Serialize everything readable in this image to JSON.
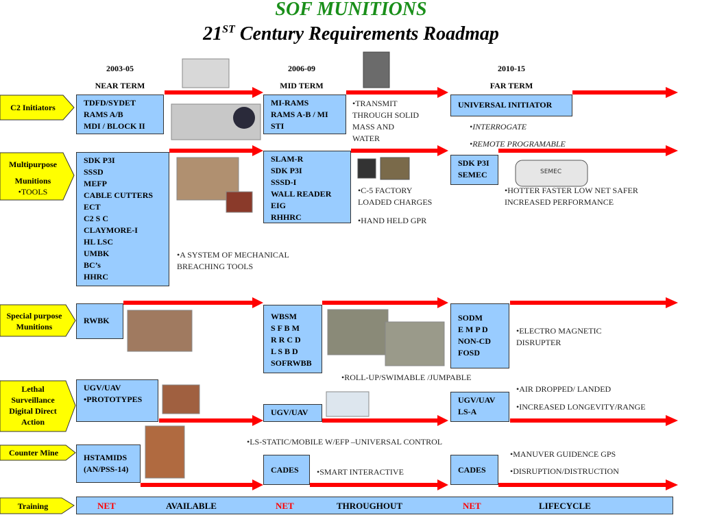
{
  "title": {
    "line1": "SOF MUNITIONS",
    "line2_main": "21",
    "line2_sup": "ST",
    "line2_rest": " Century Requirements Roadmap"
  },
  "periods": [
    "2003-05",
    "2006-09",
    "2010-15"
  ],
  "terms": [
    "NEAR TERM",
    "MID TERM",
    "FAR TERM"
  ],
  "categories": {
    "c2": "C2 Initiators",
    "multi1": "Multipurpose",
    "multi2": "Munitions",
    "multi3": "•TOOLS",
    "special1": "Special purpose",
    "special2": "Munitions",
    "lethal1": "Lethal",
    "lethal2": "Surveillance",
    "lethal3": "Digital Direct",
    "lethal4": "Action",
    "mine": "Counter Mine",
    "training": "Training"
  },
  "c2": {
    "near": [
      "TDFD/SYDET",
      "RAMS A/B",
      "MDI / BLOCK II"
    ],
    "mid": [
      "MI-RAMS",
      "RAMS A-B / MI",
      "STI"
    ],
    "far": "UNIVERSAL INITIATOR",
    "note_mid": [
      "•TRANSMIT",
      "THROUGH SOLID",
      "MASS AND",
      "WATER"
    ],
    "note_far1": "•INTERROGATE",
    "note_far2": "•REMOTE PROGRAMABLE"
  },
  "multi": {
    "near": [
      "SDK P3I",
      "SSSD",
      "MEFP",
      "CABLE CUTTERS",
      "ECT",
      "C2 S C",
      "CLAYMORE-I",
      "HL LSC",
      "UMBK",
      "BC’s",
      "HHRC"
    ],
    "mid": [
      "SLAM-R",
      "SDK P3I",
      "SSSD-I",
      "WALL READER",
      "EIG",
      "RHHRC"
    ],
    "far": [
      "SDK P3I",
      "SEMEC"
    ],
    "note_near": [
      "•A SYSTEM OF MECHANICAL",
      "BREACHING TOOLS"
    ],
    "note_mid1": [
      "•C-5 FACTORY",
      "LOADED CHARGES"
    ],
    "note_mid2": "•HAND HELD GPR",
    "note_far": [
      "•HOTTER FASTER LOW NET SAFER",
      "INCREASED PERFORMANCE"
    ],
    "semec_label": "SEMEC"
  },
  "special": {
    "near": "RWBK",
    "mid": [
      "WBSM",
      "S F B M",
      "R R C D",
      "L S B D",
      "SOFRWBB"
    ],
    "far": [
      "SODM",
      "E M P D",
      "NON-CD",
      "FOSD"
    ],
    "note_far": [
      "•ELECTRO MAGNETIC",
      "DISRUPTER"
    ],
    "note_mid": "•ROLL-UP/SWIMABLE /JUMPABLE"
  },
  "lethal": {
    "near": [
      "UGV/UAV",
      "•PROTOTYPES"
    ],
    "mid": "UGV/UAV",
    "far": [
      "UGV/UAV",
      "LS-A"
    ],
    "note_far1": "•AIR DROPPED/ LANDED",
    "note_far2": "•INCREASED LONGEVITY/RANGE",
    "note_mid": "•LS-STATIC/MOBILE W/EFP –UNIVERSAL CONTROL"
  },
  "mine": {
    "near": [
      "HSTAMIDS",
      "(AN/PSS-14)"
    ],
    "mid": "CADES",
    "far": "CADES",
    "note_mid": "•SMART INTERACTIVE",
    "note_far1": "•MANUVER GUIDENCE GPS",
    "note_far2": "•DISRUPTION/DISTRUCTION"
  },
  "training": {
    "net1": "NET",
    "t1": "AVAILABLE",
    "net2": "NET",
    "t2": "THROUGHOUT",
    "net3": "NET",
    "t3": "LIFECYCLE"
  },
  "colors": {
    "box": "#99ccff",
    "arrow": "#ff0000",
    "category": "#ffff00",
    "title": "#1a8f1a"
  }
}
